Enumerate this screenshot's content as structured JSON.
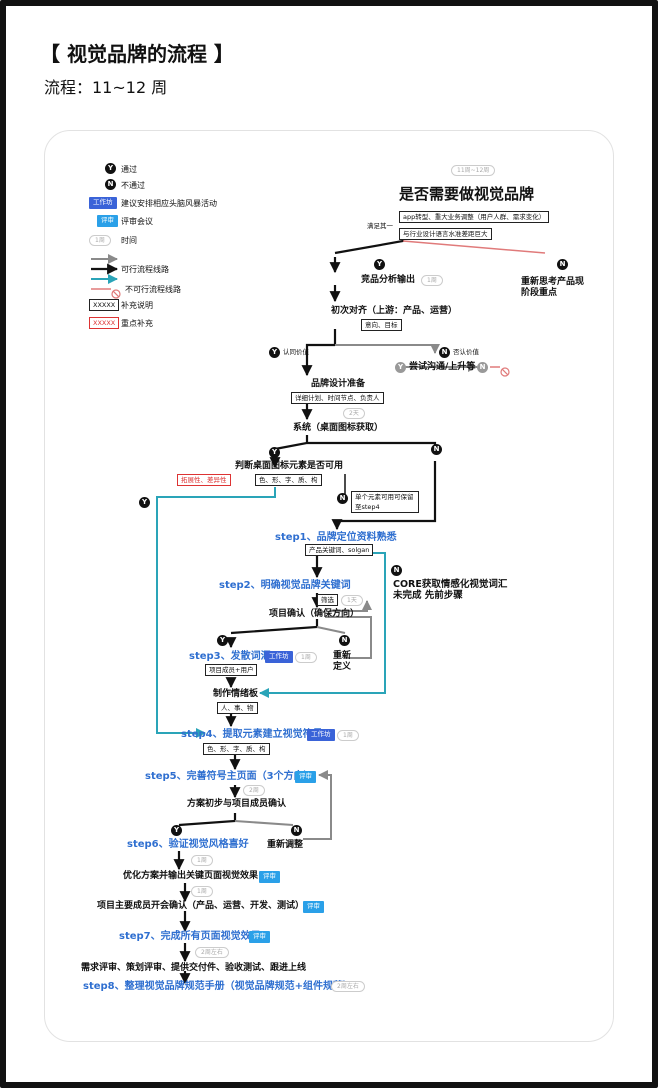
{
  "header": {
    "title": "【 视觉品牌的流程 】",
    "subtitle": "流程：11~12 周"
  },
  "legend": {
    "pass": "通过",
    "fail": "不通过",
    "workshop_badge": "工作坊",
    "workshop_desc": "建议安排相应头脑风暴活动",
    "review_badge": "评审",
    "review_desc": "评审会议",
    "time_pill": "1周",
    "time_desc": "时间",
    "feasible_route": "可行流程线路",
    "infeasible_route": "不可行流程线路",
    "note_box": "XXXXX",
    "note_desc": "补充说明",
    "key_box": "XXXXX",
    "key_desc": "重点补充",
    "y": "Y",
    "n": "N"
  },
  "flow": {
    "top_pill": "11周~12周",
    "main_question": "是否需要做视觉品牌",
    "satisfy_one": "满足其一",
    "cond1": "app转型、重大业务调整（用户人群、需求变化）",
    "cond2": "与行业设计语言水准差距巨大",
    "rethink": "重新思考产品现阶段重点",
    "competitive": "竞品分析输出",
    "competitive_time": "1周",
    "align": "初次对齐（上游：产品、运营）",
    "align_box": "意向、目标",
    "agree": "认同价值",
    "disagree": "否认价值",
    "try_comm": "尝试沟通/上升等",
    "prep": "品牌设计准备",
    "prep_box": "详细计划、时间节点、负责人",
    "prep_time": "2天",
    "system": "系统（桌面图标获取）",
    "judge": "判断桌面图标元素是否可用",
    "judge_red": "拓展性、差异性",
    "judge_box": "色、形、字、质、构",
    "single_keep": "单个元素可用可保留至step4",
    "step1": "step1、品牌定位资料熟悉",
    "step1_box": "产品关键词、solgan",
    "core": "CORE获取情感化视觉词汇未完成 先前步骤",
    "step2": "step2、明确视觉品牌关键词",
    "step2_box": "筛选",
    "step2_time": "1天",
    "confirm": "项目确认（确保方向）",
    "step3": "step3、发散词汇",
    "step3_badge": "工作坊",
    "step3_time": "1周",
    "step3_box": "项目成员+用户",
    "redefine": "重新定义",
    "mood": "制作情绪板",
    "mood_box": "人、事、物",
    "step4": "step4、提取元素建立视觉符号",
    "step4_badge": "工作坊",
    "step4_time": "1周",
    "step4_box": "色、形、字、质、构",
    "step5": "step5、完善符号主页面（3个方向）",
    "step5_badge": "评审",
    "step5_time": "2周",
    "preliminary": "方案初步与项目成员确认",
    "step6": "step6、验证视觉风格喜好",
    "readjust": "重新调整",
    "step6_time": "1周",
    "optimize": "优化方案并输出关键页面视觉效果",
    "optimize_badge": "评审",
    "optimize_time": "1周",
    "members": "项目主要成员开会确认（产品、运营、开发、测试）",
    "members_badge": "评审",
    "step7": "step7、完成所有页面视觉效果",
    "step7_badge": "评审",
    "step7_time": "2周左右",
    "delivery": "需求评审、策划评审、提供交付件、验收测试、跟进上线",
    "step8": "step8、整理视觉品牌规范手册（视觉品牌规范+组件规范）",
    "step8_time": "2周左右",
    "y": "Y",
    "n": "N"
  },
  "colors": {
    "black_route": "#111111",
    "gray_route": "#8a8a8a",
    "teal_route": "#2aa4b8",
    "red_route": "#e07a7a",
    "step_blue": "#2f6fd0",
    "workshop": "#3a63d8",
    "review": "#2aa0e8"
  }
}
